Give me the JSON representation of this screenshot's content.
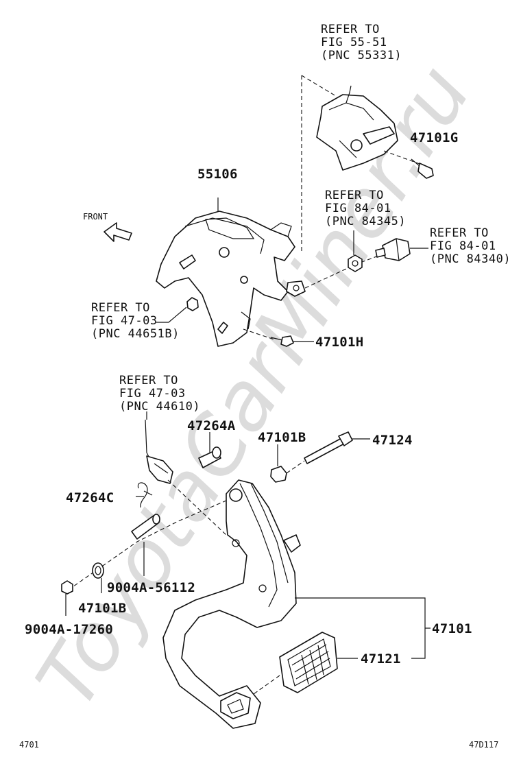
{
  "watermark": "ToyotaCarMiner.ru",
  "front_label": "FRONT",
  "refs": {
    "r1": [
      "REFER TO",
      "FIG 55-51",
      "(PNC 55331)"
    ],
    "r2": [
      "REFER TO",
      "FIG 84-01",
      "(PNC 84345)"
    ],
    "r3": [
      "REFER TO",
      "FIG 84-01",
      "(PNC 84340)"
    ],
    "r4": [
      "REFER TO",
      "FIG 47-03",
      "(PNC 44651B)"
    ],
    "r5": [
      "REFER TO",
      "FIG 47-03",
      "(PNC 44610)"
    ]
  },
  "parts": {
    "p55106": "55106",
    "p47101G": "47101G",
    "p47101H": "47101H",
    "p47264A": "47264A",
    "p47101B_top": "47101B",
    "p47124": "47124",
    "p47264C": "47264C",
    "p9004A56112": "9004A-56112",
    "p47101B_bot": "47101B",
    "p9004A17260": "9004A-17260",
    "p47101": "47101",
    "p47121": "47121"
  },
  "footer": {
    "left": "4701",
    "right": "47D117"
  }
}
